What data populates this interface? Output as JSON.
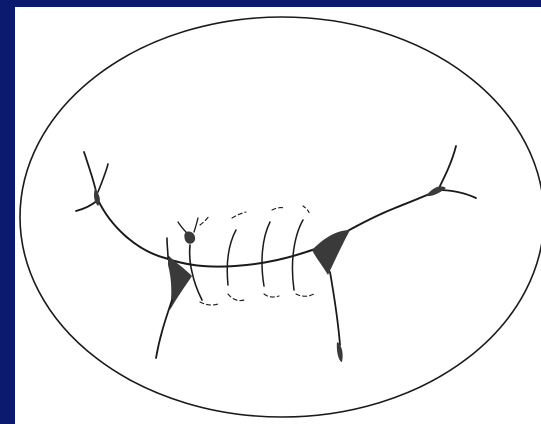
{
  "colors": {
    "frame": "#0b1a6e",
    "background": "#ffffff",
    "ink": "#1a1a1a",
    "shading": "#3a3a3a"
  },
  "figure": {
    "shapes": [
      "oval-outline",
      "cell-body-left",
      "cell-body-right",
      "connecting-process",
      "gap-arcs"
    ]
  }
}
